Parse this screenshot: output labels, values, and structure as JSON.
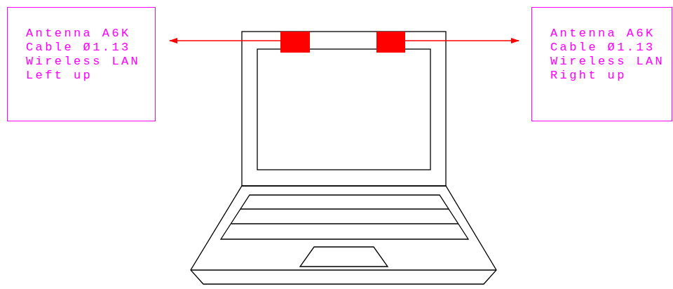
{
  "diagram": {
    "nodes": [
      {
        "text": [
          "Antenna A6K",
          "Cable Ø1.13",
          "Wireless LAN",
          "Left up"
        ]
      },
      {
        "text": [
          "Antenna A6K",
          "Cable Ø1.13",
          "Wireless LAN",
          "Right up"
        ]
      }
    ]
  }
}
